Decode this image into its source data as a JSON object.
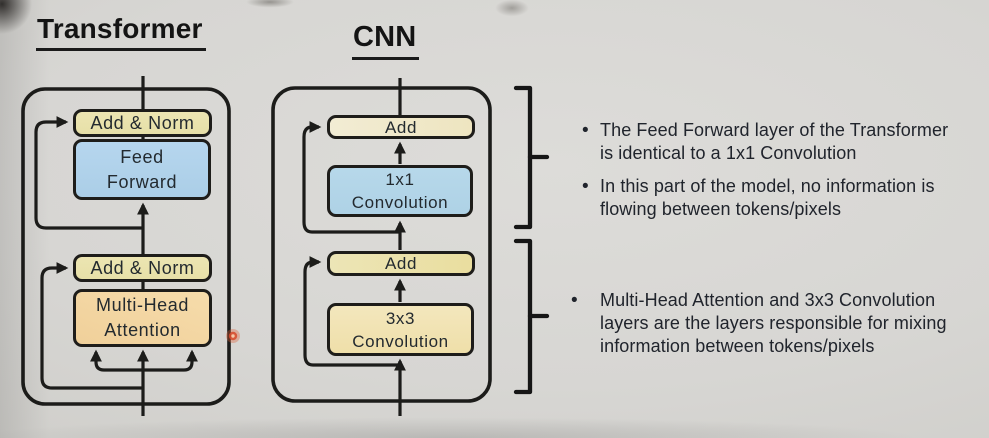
{
  "slide": {
    "transformer": {
      "title": "Transformer",
      "blocks": {
        "add_norm_1": "Add & Norm",
        "feed_forward": [
          "Feed",
          "Forward"
        ],
        "add_norm_2": "Add & Norm",
        "multi_head_attention": [
          "Multi-Head",
          "Attention"
        ]
      }
    },
    "cnn": {
      "title": "CNN",
      "blocks": {
        "add_top": "Add",
        "conv_1x1": [
          "1x1",
          "Convolution"
        ],
        "add_bottom": "Add",
        "conv_3x3": [
          "3x3",
          "Convolution"
        ]
      }
    },
    "notes": {
      "bullet_glyph": "•",
      "group_top": {
        "bullets": [
          [
            "The Feed Forward layer of the Transformer",
            "is identical to a 1x1 Convolution"
          ],
          [
            "In this part of the model, no information is",
            "flowing between tokens/pixels"
          ]
        ]
      },
      "group_bottom": {
        "bullets": [
          [
            "Multi-Head Attention and 3x3 Convolution",
            "layers are the layers responsible for mixing",
            "information between tokens/pixels"
          ]
        ]
      }
    },
    "colors": {
      "add_norm_fill": "#ebe4ae",
      "feed_forward_fill": "#b1d3eb",
      "attention_fill": "#f4d7a4",
      "cnn_add_top_fill": "#f0e9cb",
      "conv_1x1_fill": "#b3d5e9",
      "cnn_add_bottom_fill": "#ebe3b1",
      "conv_3x3_fill": "#f2e4b5",
      "wire_line": "#1c1c1a",
      "laser_dot": "#d6492a",
      "text": "#20242c"
    }
  }
}
